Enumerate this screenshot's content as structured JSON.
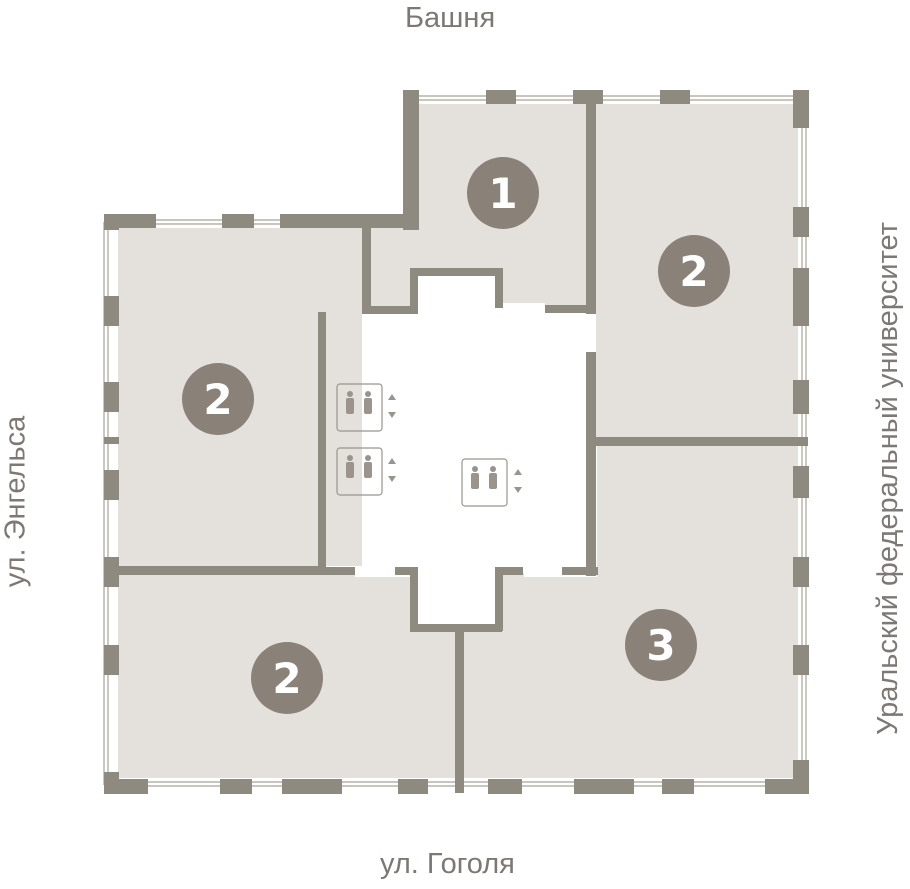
{
  "labels": {
    "top": "Башня",
    "left": "ул. Энгельса",
    "right": "Уральский федеральный университет",
    "bottom": "ул. Гоголя"
  },
  "apartments": [
    {
      "id": "apt-north",
      "rooms": "1"
    },
    {
      "id": "apt-northeast",
      "rooms": "2"
    },
    {
      "id": "apt-west",
      "rooms": "2"
    },
    {
      "id": "apt-southwest",
      "rooms": "2"
    },
    {
      "id": "apt-southeast",
      "rooms": "3"
    }
  ],
  "colors": {
    "wall": "#8f8a80",
    "room": "#e4e0dc",
    "badge": "#8a8178",
    "label": "#7d7873",
    "icon": "#9a948d"
  },
  "icons": [
    "elevator-icon",
    "elevator-icon",
    "elevator-icon"
  ]
}
